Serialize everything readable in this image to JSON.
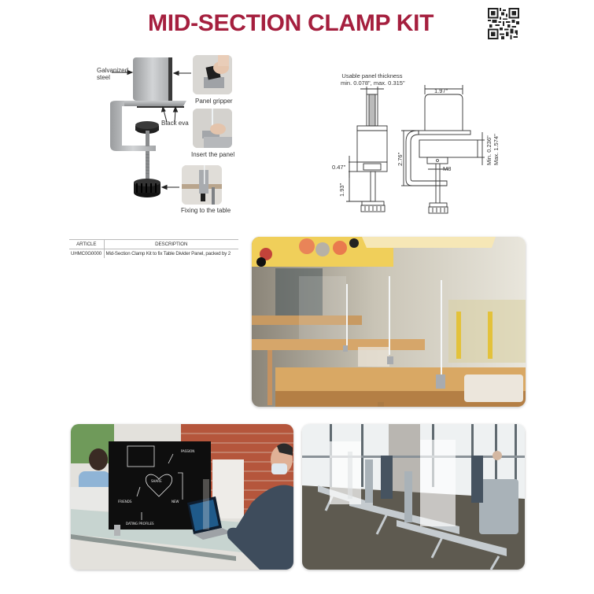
{
  "header": {
    "title": "MID-SECTION CLAMP KIT",
    "title_color": "#a51f3e",
    "qr_icon": "qr-code-icon"
  },
  "product_photo": {
    "labels": {
      "galvanized_line1": "Galvanized",
      "galvanized_line2": "steel",
      "black_eva": "Black eva",
      "panel_gripper": "Panel gripper",
      "insert_panel": "Insert the panel",
      "fixing_table": "Fixing to the table"
    }
  },
  "technical_drawing": {
    "usable_thickness_line1": "Usable panel thickness",
    "usable_thickness_line2": "min. 0.078\", max. 0.315\"",
    "width_dim": "1.97\"",
    "height_dim": "2.76\"",
    "gap_dim": "0.47\"",
    "screw_dim": "1.93\"",
    "thread": "M8",
    "clamp_min": "Min. 0.236\"",
    "clamp_max": "Max. 1.574\""
  },
  "article_table": {
    "columns": [
      "ARTICLE",
      "DESCRIPTION"
    ],
    "rows": [
      [
        "UHMC0G0000",
        "Mid-Section Clamp Kit to fix Table Divider Panel, packed by 2"
      ]
    ]
  },
  "photos": {
    "cafeteria": "cafeteria-tables-with-dividers",
    "office": "office-desk-with-blackboard-divider",
    "airport": "airport-seating-with-frosted-dividers"
  }
}
